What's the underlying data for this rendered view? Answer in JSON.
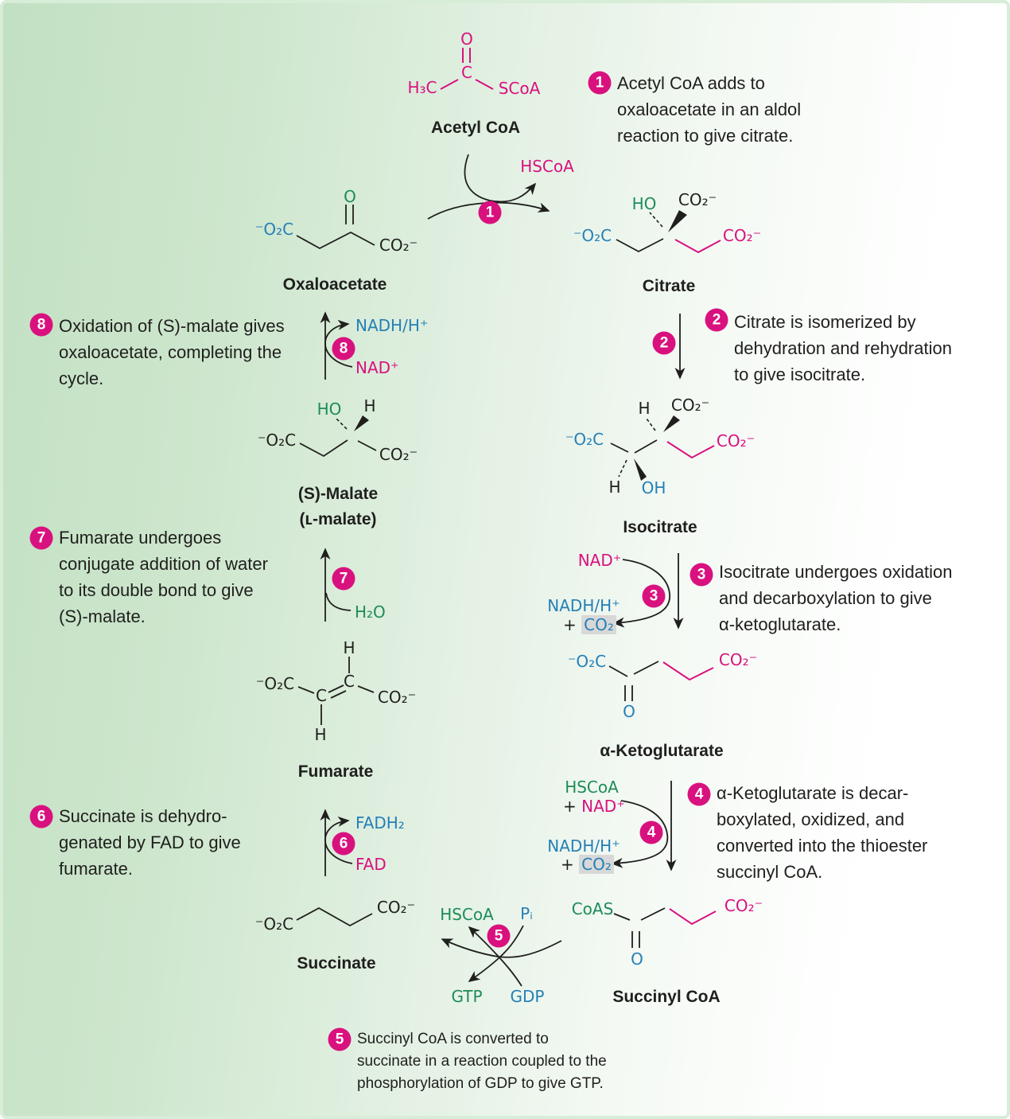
{
  "palette": {
    "magenta": "#d9117f",
    "blue": "#2580b6",
    "green": "#1e8c58",
    "ink": "#1f1f1d",
    "highlight": "#d8d8d8",
    "bg_left": "#c2e0c3",
    "bg_right": "#ffffff"
  },
  "molecules": {
    "acetyl_coa": {
      "name": "Acetyl CoA",
      "o": "O",
      "c": "C",
      "h3c": "H₃C",
      "scoa": "SCoA"
    },
    "oxaloacetate": {
      "name": "Oxaloacetate",
      "o2c": "⁻O₂C",
      "o": "O",
      "co2": "CO₂⁻"
    },
    "citrate": {
      "name": "Citrate",
      "ho": "HO",
      "co2_top": "CO₂⁻",
      "o2c": "⁻O₂C",
      "co2_right": "CO₂⁻"
    },
    "malate": {
      "name": "(S)-Malate",
      "alt_name": "(ʟ-malate)",
      "ho": "HO",
      "h": "H",
      "o2c": "⁻O₂C",
      "co2": "CO₂⁻"
    },
    "isocitrate": {
      "name": "Isocitrate",
      "h_top": "H",
      "co2_top": "CO₂⁻",
      "o2c": "⁻O₂C",
      "co2_right": "CO₂⁻",
      "h_bottom": "H",
      "oh": "OH"
    },
    "fumarate": {
      "name": "Fumarate",
      "h_top": "H",
      "o2c": "⁻O₂C",
      "c_left": "C",
      "c_right": "C",
      "co2": "CO₂⁻",
      "h_bottom": "H"
    },
    "ketoglutarate": {
      "name": "α-Ketoglutarate",
      "o2c": "⁻O₂C",
      "o": "O",
      "co2": "CO₂⁻"
    },
    "succinate": {
      "name": "Succinate",
      "o2c": "⁻O₂C",
      "co2": "CO₂⁻"
    },
    "succinyl_coa": {
      "name": "Succinyl CoA",
      "coas": "CoAS",
      "o": "O",
      "co2": "CO₂⁻"
    }
  },
  "steps": {
    "s1": {
      "num": "1",
      "lines": [
        "Acetyl CoA adds to",
        "oxaloacetate in an aldol",
        "reaction to give citrate."
      ],
      "hscoa": "HSCoA"
    },
    "s2": {
      "num": "2",
      "lines": [
        "Citrate is isomerized by",
        "dehydration and rehydration",
        "to give isocitrate."
      ]
    },
    "s3": {
      "num": "3",
      "lines": [
        "Isocitrate undergoes oxidation",
        "and decarboxylation to give",
        "α-ketoglutarate."
      ],
      "nad": "NAD⁺",
      "nadh": "NADH/H⁺",
      "plus": "+",
      "co2": "CO₂"
    },
    "s4": {
      "num": "4",
      "lines": [
        "α-Ketoglutarate is decar-",
        "boxylated, oxidized, and",
        "converted into the thioester",
        "succinyl CoA."
      ],
      "hscoa": "HSCoA",
      "plus": "+",
      "nad": "NAD⁺",
      "nadh": "NADH/H⁺",
      "co2": "CO₂"
    },
    "s5": {
      "num": "5",
      "lines": [
        "Succinyl CoA is converted to",
        "succinate in a reaction coupled to the",
        "phosphorylation of GDP to give GTP."
      ],
      "hscoa": "HSCoA",
      "pi": "Pᵢ",
      "gtp": "GTP",
      "gdp": "GDP"
    },
    "s6": {
      "num": "6",
      "lines": [
        "Succinate is dehydro-",
        "genated by FAD to give",
        "fumarate."
      ],
      "fadh2": "FADH₂",
      "fad": "FAD"
    },
    "s7": {
      "num": "7",
      "lines": [
        "Fumarate undergoes",
        "conjugate addition of water",
        "to its double bond to give",
        "(S)-malate."
      ],
      "h2o": "H₂O"
    },
    "s8": {
      "num": "8",
      "lines": [
        "Oxidation of (S)-malate gives",
        "oxaloacetate, completing the",
        "cycle."
      ],
      "nadh": "NADH/H⁺",
      "nad": "NAD⁺"
    }
  }
}
